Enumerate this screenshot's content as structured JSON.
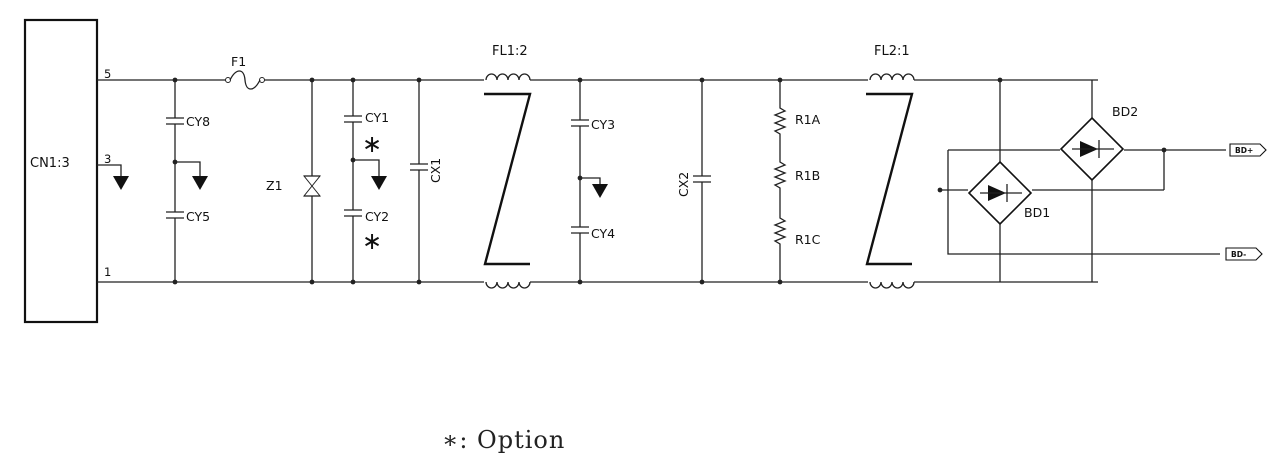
{
  "connector": {
    "name": "CN1:3",
    "pins": [
      "5",
      "3",
      "1"
    ]
  },
  "fuse": "F1",
  "varistor": "Z1",
  "capacitors": [
    "CY8",
    "CY5",
    "CY1",
    "CY2",
    "CX1",
    "CY3",
    "CY4",
    "CX2"
  ],
  "filters": [
    "FL1:2",
    "FL2:1"
  ],
  "resistors": [
    "R1A",
    "R1B",
    "R1C"
  ],
  "bridges": [
    "BD1",
    "BD2"
  ],
  "outputs": [
    "BD+",
    "BD-"
  ],
  "option_mark": "∗",
  "footnote": "∗: Option"
}
